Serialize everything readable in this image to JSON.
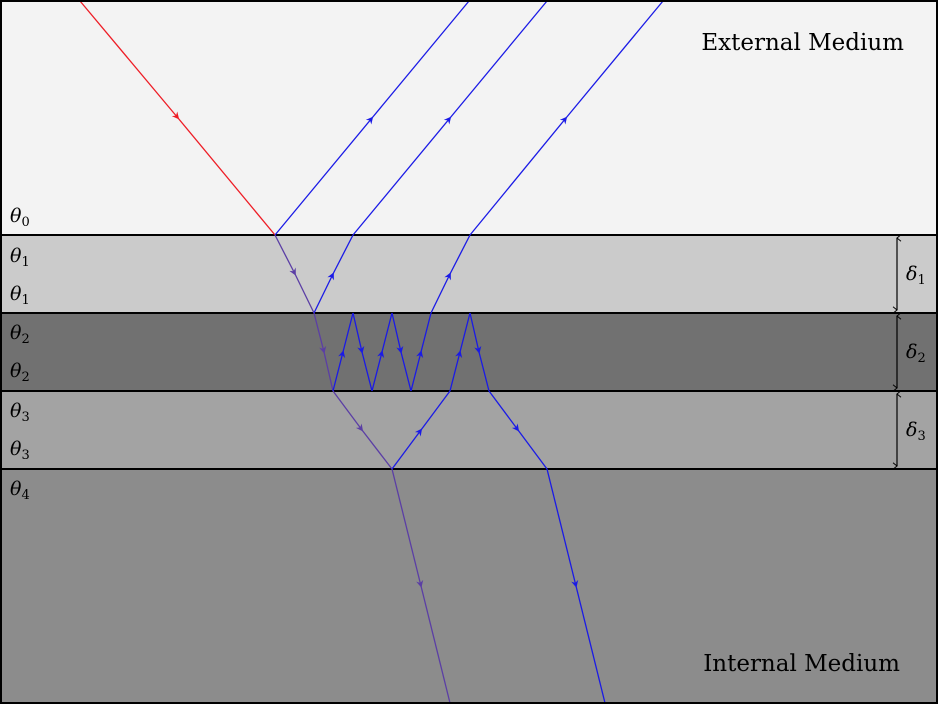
{
  "media": {
    "external_label": "External Medium",
    "internal_label": "Internal Medium"
  },
  "layers": [
    {
      "angle": "θ",
      "sub": "0",
      "color": "#f3f3f3"
    },
    {
      "angle": "θ",
      "sub": "1",
      "color": "#cbcbcb",
      "thickness": "δ",
      "thickness_sub": "1"
    },
    {
      "angle": "θ",
      "sub": "2",
      "color": "#717171",
      "thickness": "δ",
      "thickness_sub": "2"
    },
    {
      "angle": "θ",
      "sub": "3",
      "color": "#a3a3a3",
      "thickness": "δ",
      "thickness_sub": "3"
    },
    {
      "angle": "θ",
      "sub": "4",
      "color": "#8c8c8c"
    }
  ],
  "colors": {
    "incident_ray": "#ee1c25",
    "transmitted_ray": "#5b3ea5",
    "reflected_ray": "#1a1ae6",
    "border": "#000000"
  }
}
